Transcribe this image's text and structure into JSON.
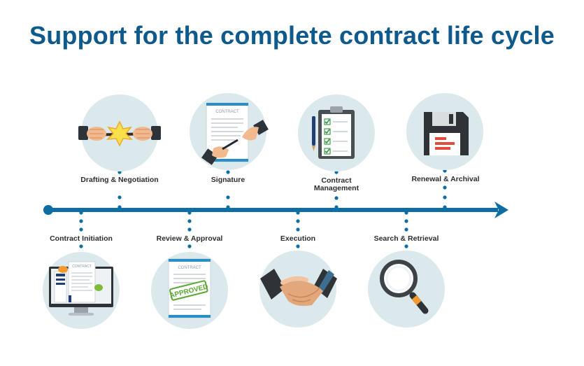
{
  "title": "Support for the complete contract life cycle",
  "colors": {
    "title": "#0f5a8c",
    "timeline": "#0e6ea3",
    "circle": "#dce9ec",
    "dot": "#0e6ea3"
  },
  "stages": {
    "drafting": {
      "label": "Drafting & Negotiation",
      "icon": "handshake-rope-icon"
    },
    "signature": {
      "label": "Signature",
      "icon": "signing-pen-icon",
      "doc_title": "CONTRACT"
    },
    "management": {
      "label": "Contract Management",
      "icon": "clipboard-checklist-icon"
    },
    "renewal": {
      "label": "Renewal & Archival",
      "icon": "floppy-disk-icon"
    },
    "initiation": {
      "label": "Contract Initiation",
      "icon": "monitor-document-icon",
      "doc_title": "CONTRACT"
    },
    "review": {
      "label": "Review & Approval",
      "icon": "approved-document-icon",
      "doc_title": "CONTRACT",
      "stamp": "APPROVED"
    },
    "execution": {
      "label": "Execution",
      "icon": "handshake-icon"
    },
    "search": {
      "label": "Search & Retrieval",
      "icon": "magnifying-glass-icon"
    }
  }
}
